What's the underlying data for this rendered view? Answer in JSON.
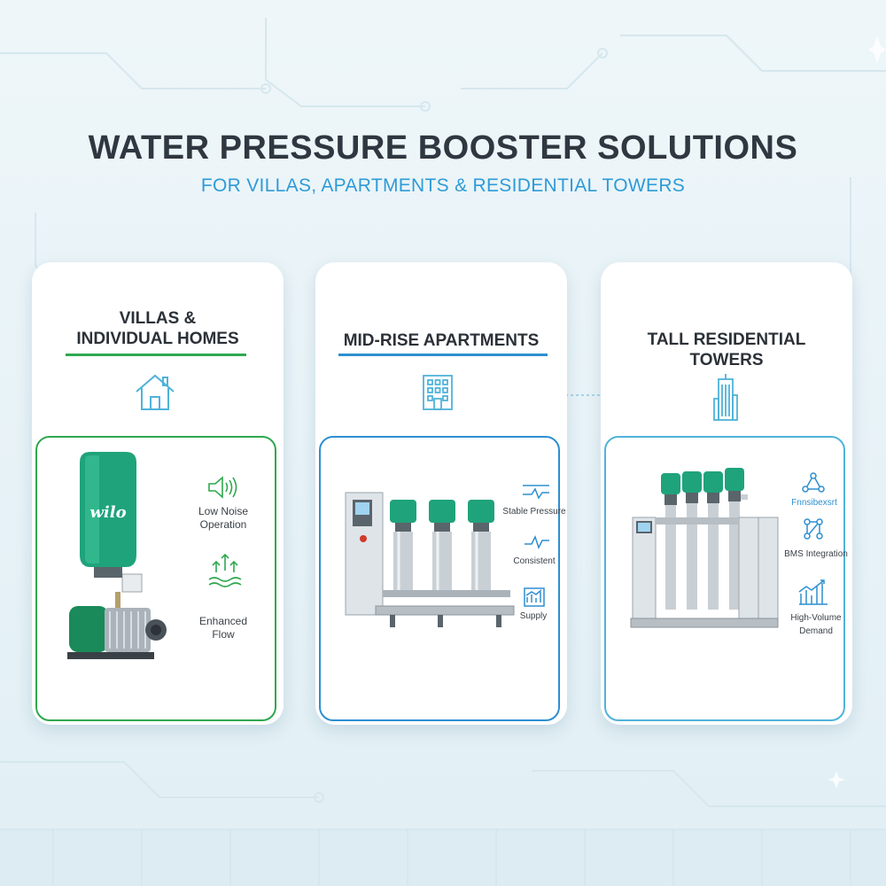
{
  "header": {
    "title": "WATER PRESSURE BOOSTER SOLUTIONS",
    "subtitle": "FOR VILLAS, APARTMENTS & RESIDENTIAL TOWERS"
  },
  "colors": {
    "background": "#e6f2f7",
    "green_accent": "#2fa84f",
    "blue_accent": "#2d8fd0",
    "cyan_accent": "#4fb3d9",
    "pump_green": "#1fa37b"
  },
  "cards": [
    {
      "heading_line1": "VILLAS &",
      "heading_line2": "INDIVIDUAL HOMES",
      "icon": "house-icon",
      "product_brand": "wilo",
      "features": [
        {
          "icon": "speaker-icon",
          "line1": "Low Noise",
          "line2": "Operation"
        },
        {
          "icon": "flow-arrows-icon",
          "line1": "Enhanced",
          "line2": "Flow"
        }
      ]
    },
    {
      "heading_line1": "MID-RISE APARTMENTS",
      "icon": "apartment-building-icon",
      "features": [
        {
          "icon": "pressure-wave-icon",
          "line1": "Stable Pressure"
        },
        {
          "icon": "pulse-icon",
          "line1": "Consistent"
        },
        {
          "icon": "bar-chart-icon",
          "line1": "Supply"
        }
      ]
    },
    {
      "heading_line1": "TALL RESIDENTIAL",
      "heading_line2": "TOWERS",
      "icon": "skyscraper-icon",
      "features": [
        {
          "icon": "network-icon",
          "line1": "Fnnsibexsrt"
        },
        {
          "icon": "network-nodes-icon",
          "line1": "BMS Integration"
        },
        {
          "icon": "rising-chart-icon",
          "line1": "High-Volume",
          "line2": "Demand"
        }
      ]
    }
  ]
}
